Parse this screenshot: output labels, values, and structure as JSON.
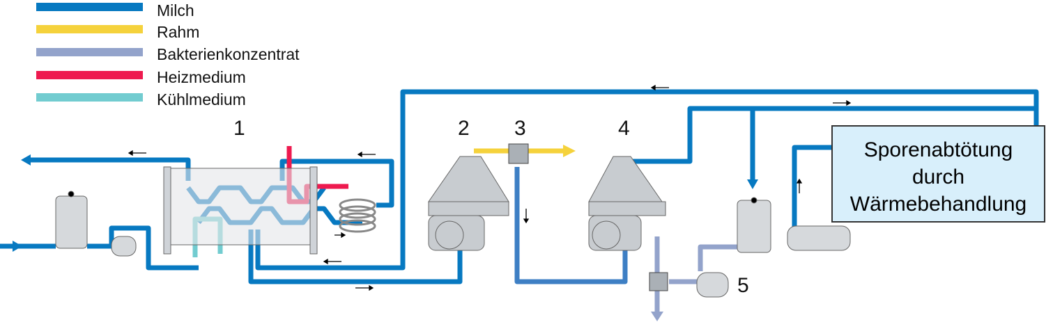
{
  "legend": [
    {
      "label": "Milch",
      "color": "#0779c1"
    },
    {
      "label": "Rahm",
      "color": "#f5d23c"
    },
    {
      "label": "Bakterienkonzentrat",
      "color": "#93a3cb"
    },
    {
      "label": "Heizmedium",
      "color": "#ee1a4f"
    },
    {
      "label": "Kühlmedium",
      "color": "#72ccd0"
    }
  ],
  "numbers": [
    "1",
    "2",
    "3",
    "4",
    "5"
  ],
  "box": {
    "line1": "Sporenabtötung",
    "line2": "durch",
    "line3": "Wärmebehandlung"
  }
}
